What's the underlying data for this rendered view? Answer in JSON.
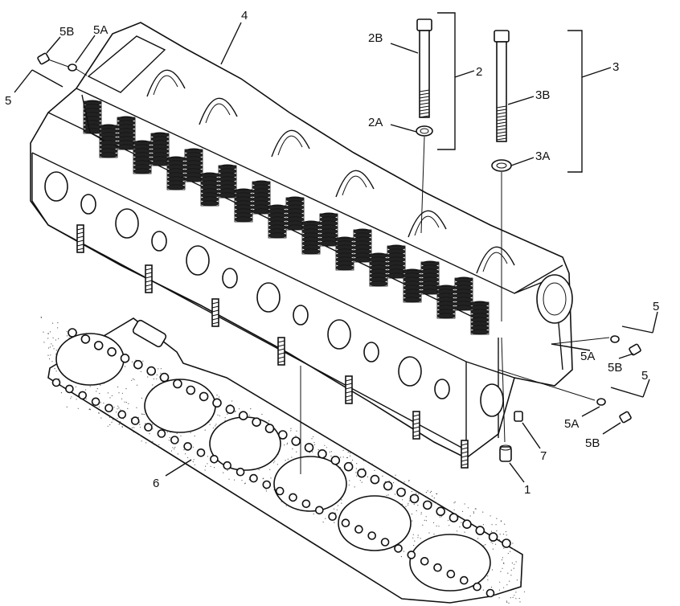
{
  "callouts": {
    "c1": "1",
    "c2": "2",
    "c2a": "2A",
    "c2b": "2B",
    "c3": "3",
    "c3a": "3A",
    "c3b": "3B",
    "c4": "4",
    "c5_top": "5",
    "c5a_top": "5A",
    "c5b_top": "5B",
    "c5_right_upper": "5",
    "c5a_right_upper": "5A",
    "c5b_right_upper": "5B",
    "c5_right_lower": "5",
    "c5a_right_lower": "5A",
    "c5b_right_lower": "5B",
    "c6": "6",
    "c7": "7"
  }
}
